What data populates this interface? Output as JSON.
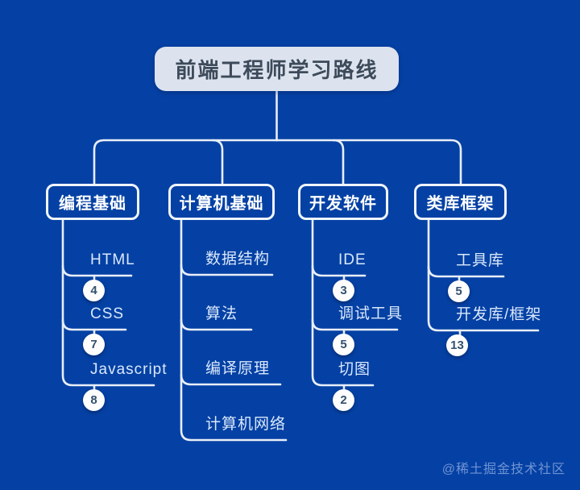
{
  "palette": {
    "background": "#0541a4",
    "line": "#e8eef8",
    "root_fill": "#dce3ef",
    "root_text": "#3d4a5a",
    "branch_border": "#f0f5fc",
    "branch_text": "#ffffff",
    "leaf_text": "#d9e8fc",
    "badge_fill": "#fdfdfd",
    "badge_text": "#33516e",
    "watermark_text": "#8aa8e0"
  },
  "root": {
    "label": "前端工程师学习路线"
  },
  "branches": [
    {
      "label": "编程基础",
      "leaves": [
        {
          "label": "HTML",
          "badge": "4"
        },
        {
          "label": "CSS",
          "badge": "7"
        },
        {
          "label": "Javascript",
          "badge": "8"
        }
      ]
    },
    {
      "label": "计算机基础",
      "leaves": [
        {
          "label": "数据结构"
        },
        {
          "label": "算法"
        },
        {
          "label": "编译原理"
        },
        {
          "label": "计算机网络"
        }
      ]
    },
    {
      "label": "开发软件",
      "leaves": [
        {
          "label": "IDE",
          "badge": "3"
        },
        {
          "label": "调试工具",
          "badge": "5"
        },
        {
          "label": "切图",
          "badge": "2"
        }
      ]
    },
    {
      "label": "类库框架",
      "leaves": [
        {
          "label": "工具库",
          "badge": "5"
        },
        {
          "label": "开发库/框架",
          "badge": "13"
        }
      ]
    }
  ],
  "watermark": {
    "label": "@稀土掘金技术社区"
  }
}
